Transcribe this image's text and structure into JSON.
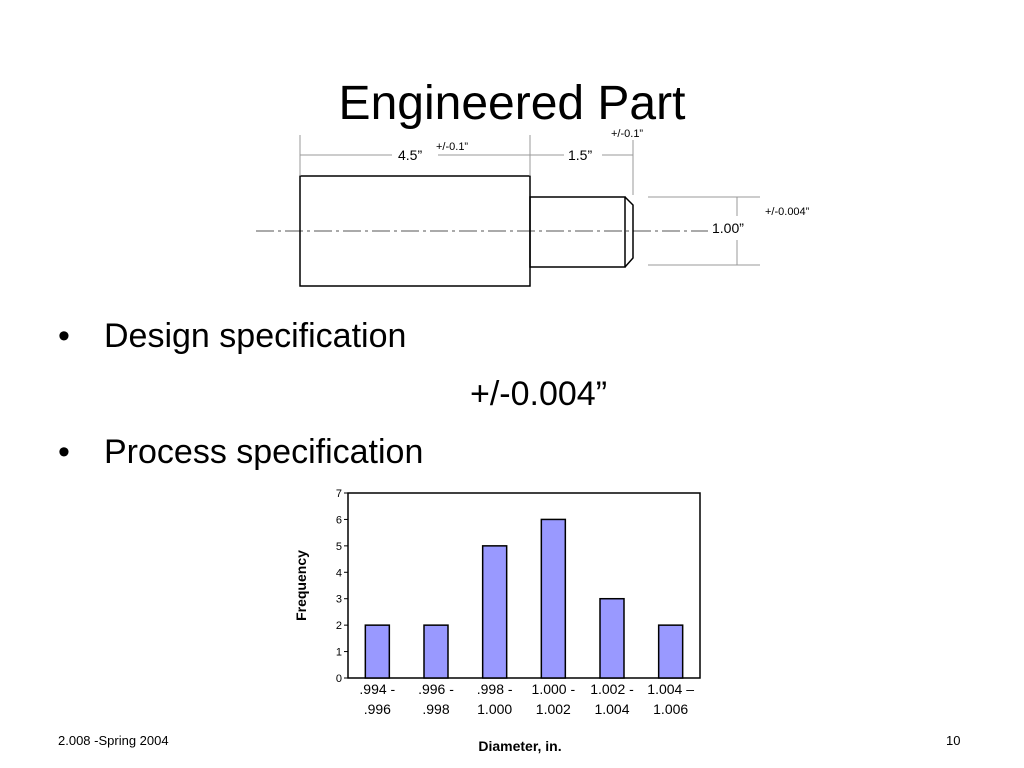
{
  "slide": {
    "title": "Engineered Part",
    "bullets": [
      "Design specification",
      "Process specification"
    ],
    "design_spec_value": "+/-0.004”",
    "footer_left": "2.008 -Spring 2004",
    "page_number": "10"
  },
  "drawing": {
    "dim_length_1": "4.5”",
    "dim_tol_1": "+/-0.1”",
    "dim_length_2": "1.5”",
    "dim_tol_2": "+/-0.1”",
    "dim_diameter": "1.00”",
    "dim_tol_diameter": "+/-0.004”"
  },
  "chart_data": {
    "type": "bar",
    "categories": [
      ".994 - .996",
      ".996 - .998",
      ".998 - 1.000",
      "1.000 - 1.002",
      "1.002 -1.004",
      "1.004 – 1.006"
    ],
    "category_lines": [
      [
        ".994 -",
        ".996"
      ],
      [
        ".996 -",
        ".998"
      ],
      [
        ".998 -",
        "1.000"
      ],
      [
        "1.000 -",
        "1.002"
      ],
      [
        "1.002 -",
        "1.004"
      ],
      [
        "1.004 –",
        "1.006"
      ]
    ],
    "values": [
      2,
      2,
      5,
      6,
      3,
      2
    ],
    "ylabel": "Frequency",
    "xlabel": "Diameter, in.",
    "ylim": [
      0,
      7
    ],
    "yticks": [
      0,
      1,
      2,
      3,
      4,
      5,
      6,
      7
    ],
    "bar_color": "#9999ff",
    "grid": false
  }
}
